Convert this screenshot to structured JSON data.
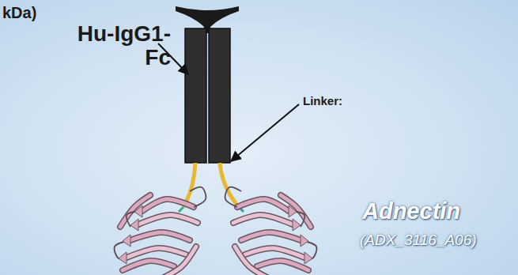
{
  "diagram": {
    "labels": [
      "kDa)",
      "Hu-IgG1- Fc",
      "Linker:",
      "Adnectin",
      "(ADX_3116_A06)"
    ]
  }
}
